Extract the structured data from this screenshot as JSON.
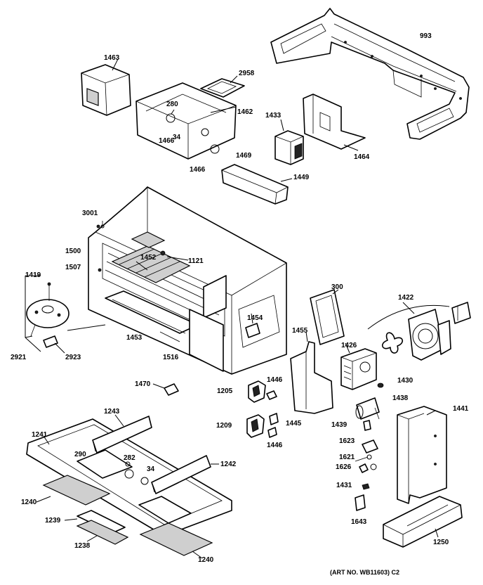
{
  "parts": [
    {
      "key": "p993",
      "label": "993"
    },
    {
      "key": "p1463",
      "label": "1463"
    },
    {
      "key": "p2958",
      "label": "2958"
    },
    {
      "key": "p280",
      "label": "280"
    },
    {
      "key": "p1462",
      "label": "1462"
    },
    {
      "key": "p34a",
      "label": "34"
    },
    {
      "key": "p1466a",
      "label": "1466"
    },
    {
      "key": "p1466b",
      "label": "1466"
    },
    {
      "key": "p1469",
      "label": "1469"
    },
    {
      "key": "p1433",
      "label": "1433"
    },
    {
      "key": "p1464",
      "label": "1464"
    },
    {
      "key": "p1449",
      "label": "1449"
    },
    {
      "key": "p3001",
      "label": "3001"
    },
    {
      "key": "p1500",
      "label": "1500"
    },
    {
      "key": "p1452",
      "label": "1452"
    },
    {
      "key": "p1121",
      "label": "1121"
    },
    {
      "key": "p1507",
      "label": "1507"
    },
    {
      "key": "p1419",
      "label": "1419"
    },
    {
      "key": "p300",
      "label": "300"
    },
    {
      "key": "p1422",
      "label": "1422"
    },
    {
      "key": "p1454",
      "label": "1454"
    },
    {
      "key": "p1455",
      "label": "1455"
    },
    {
      "key": "p1453",
      "label": "1453"
    },
    {
      "key": "p1426",
      "label": "1426"
    },
    {
      "key": "p2921",
      "label": "2921"
    },
    {
      "key": "p2923",
      "label": "2923"
    },
    {
      "key": "p1516",
      "label": "1516"
    },
    {
      "key": "p1430",
      "label": "1430"
    },
    {
      "key": "p1470",
      "label": "1470"
    },
    {
      "key": "p1446a",
      "label": "1446"
    },
    {
      "key": "p1205",
      "label": "1205"
    },
    {
      "key": "p1438",
      "label": "1438"
    },
    {
      "key": "p1243",
      "label": "1243"
    },
    {
      "key": "p1441",
      "label": "1441"
    },
    {
      "key": "p1209",
      "label": "1209"
    },
    {
      "key": "p1445",
      "label": "1445"
    },
    {
      "key": "p1439",
      "label": "1439"
    },
    {
      "key": "p1241",
      "label": "1241"
    },
    {
      "key": "p1446b",
      "label": "1446"
    },
    {
      "key": "p1623",
      "label": "1623"
    },
    {
      "key": "p290",
      "label": "290"
    },
    {
      "key": "p282",
      "label": "282"
    },
    {
      "key": "p1621",
      "label": "1621"
    },
    {
      "key": "p1242",
      "label": "1242"
    },
    {
      "key": "p34b",
      "label": "34"
    },
    {
      "key": "p1626",
      "label": "1626"
    },
    {
      "key": "p1240a",
      "label": "1240"
    },
    {
      "key": "p1431",
      "label": "1431"
    },
    {
      "key": "p1239",
      "label": "1239"
    },
    {
      "key": "p1643",
      "label": "1643"
    },
    {
      "key": "p1238",
      "label": "1238"
    },
    {
      "key": "p1250",
      "label": "1250"
    },
    {
      "key": "p1240b",
      "label": "1240"
    }
  ],
  "footer": {
    "art_number": "(ART NO. WB11603) C2"
  }
}
